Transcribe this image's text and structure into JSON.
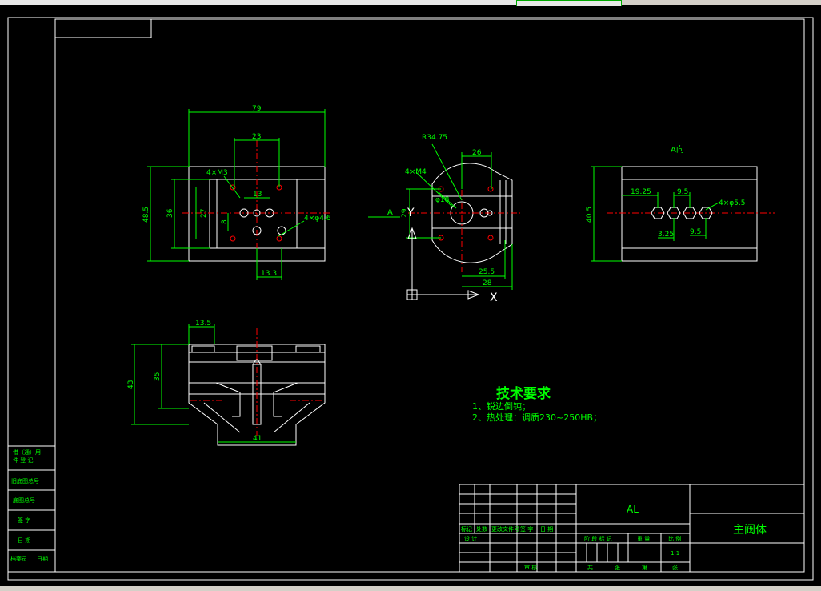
{
  "colors": {
    "background": "#000000",
    "frame": "#ffffff",
    "dimension": "#00ff00",
    "centerline": "#ff0000",
    "text_main": "#00ff00"
  },
  "dimensions": {
    "top_width": "79",
    "top_inner": "23",
    "top_small": "13",
    "top_height": "48.5",
    "top_inner_h": "36",
    "top_inner_h2": "27",
    "top_inner_h3": "8",
    "top_bottom": "13.3",
    "top_holes_a": "4×M3",
    "top_holes_b": "4×φ4.6",
    "mid_radius": "R34.75",
    "mid_holes": "4×M4",
    "mid_dia": "φ18",
    "mid_top": "26",
    "mid_side": "29",
    "mid_bottom_a": "25.5",
    "mid_bottom_b": "28",
    "right_left": "19.25",
    "right_mid": "9.5",
    "right_holes": "4×φ5.5",
    "right_height": "40.5",
    "right_b1": "3.25",
    "right_b2": "9.5",
    "bot_top": "13.5",
    "bot_h1": "35",
    "bot_h2": "43",
    "bot_width": "41"
  },
  "labels": {
    "view_a_arrow": "A",
    "view_a_title": "A向",
    "ucs_x": "X",
    "ucs_y": "Y"
  },
  "tech": {
    "title": "技术要求",
    "line1": "1、锐边倒钝；",
    "line2": "2、热处理：调质230~250HB；"
  },
  "title_block": {
    "material": "AL",
    "part_name": "主阀体",
    "scale": "1:1",
    "h_biaoji": "标记",
    "h_chushu": "处数",
    "h_wenjian": "更改文件号",
    "h_qianzi": "签 字",
    "h_riqi": "日 期",
    "h_sheji": "设 计",
    "h_shenhe": "审 核",
    "h_jieduan": "阶 段 标 记",
    "h_zhongliang": "重 量",
    "h_bili": "比 例",
    "h_gong": "共",
    "h_zhang": "张",
    "h_di": "第",
    "h_zhang2": "张"
  },
  "side_block": {
    "r1": "借（通）用",
    "r1b": "件 登 记",
    "r2": "旧底图总号",
    "r3": "底图总号",
    "r4": "签 字",
    "r5": "日 期",
    "r6a": "档案员",
    "r6b": "日期"
  }
}
